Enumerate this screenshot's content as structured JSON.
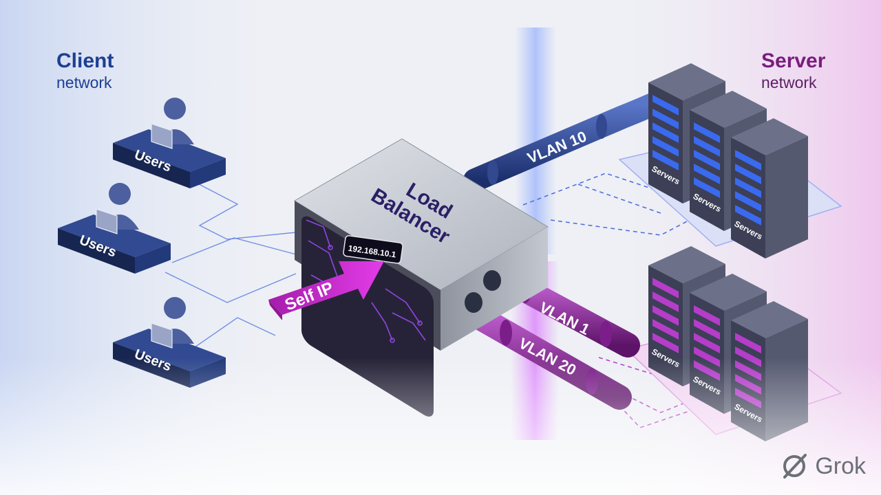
{
  "zones": {
    "client": {
      "title": "Client",
      "subtitle": "network"
    },
    "server": {
      "title": "Server",
      "subtitle": "network"
    }
  },
  "users": [
    {
      "label": "Users"
    },
    {
      "label": "Users"
    },
    {
      "label": "Users"
    }
  ],
  "load_balancer": {
    "label_line1": "Load",
    "label_line2": "Balancer",
    "ip": "192.168.10.1",
    "self_ip_label": "Self IP"
  },
  "vlans": [
    {
      "label": "VLAN 10",
      "color": "#1f3a88"
    },
    {
      "label": "VLAN 1",
      "color": "#8a1f9a"
    },
    {
      "label": "VLAN 20",
      "color": "#8a1f9a"
    }
  ],
  "server_groups": [
    {
      "labels": [
        "Servers",
        "Servers",
        "Servers"
      ],
      "led_color": "#3a6fff"
    },
    {
      "labels": [
        "Servers",
        "Servers",
        "Servers"
      ],
      "led_color": "#c23dd6"
    }
  ],
  "colors": {
    "client_accent": "#1d3f93",
    "server_accent": "#7a1c7e",
    "self_ip_arrow": "#d11fd6"
  },
  "watermark": {
    "text": "Grok"
  }
}
